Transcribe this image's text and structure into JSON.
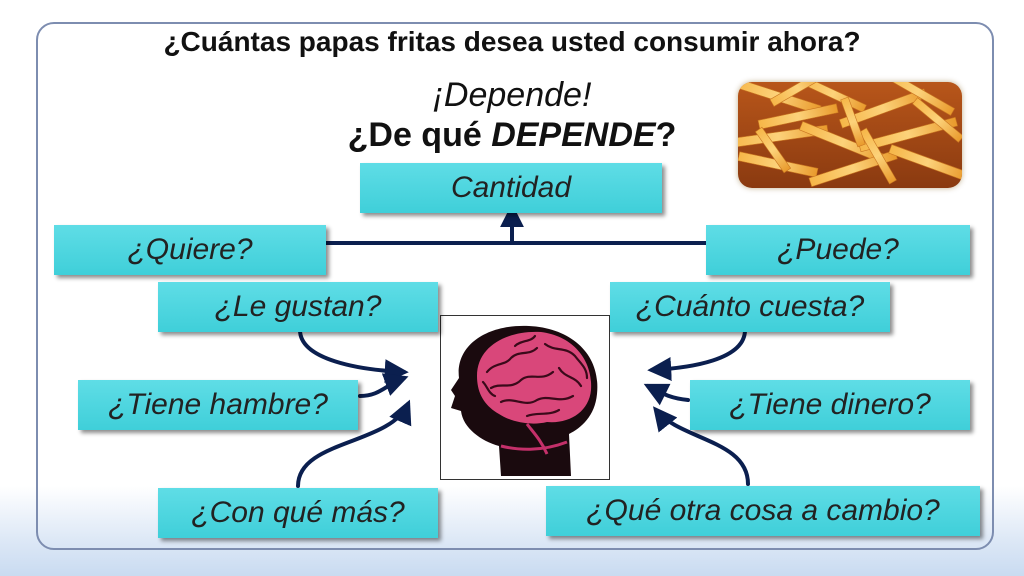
{
  "title": "¿Cuántas papas fritas desea usted consumir ahora?",
  "subtitle": "¡Depende!",
  "question_prefix": "¿De qué ",
  "question_emph": "DEPENDE",
  "question_suffix": "?",
  "boxes": {
    "cantidad": "Cantidad",
    "quiere": "¿Quiere?",
    "puede": "¿Puede?",
    "le_gustan": "¿Le gustan?",
    "cuanto_cuesta": "¿Cuánto cuesta?",
    "tiene_hambre": "¿Tiene hambre?",
    "tiene_dinero": "¿Tiene dinero?",
    "con_que_mas": "¿Con qué más?",
    "que_otra_cosa": "¿Qué otra cosa a cambio?"
  },
  "colors": {
    "box": "#48d4de",
    "arrow": "#0b1f4f",
    "frame": "#7d8db0"
  }
}
